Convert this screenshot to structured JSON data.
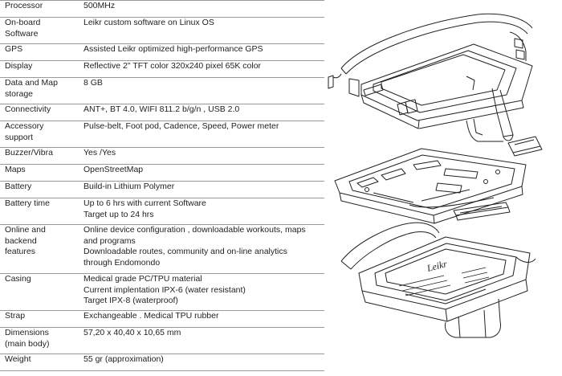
{
  "specs": [
    {
      "label": "Processor",
      "value": "500MHz"
    },
    {
      "label": "On-board\nSoftware",
      "value": "Leikr custom software on Linux OS"
    },
    {
      "label": "GPS",
      "value": "Assisted Leikr optimized high-performance GPS"
    },
    {
      "label": "Display",
      "value": "Reflective 2\" TFT color 320x240 pixel 65K color"
    },
    {
      "label": "Data and Map\nstorage",
      "value": "8 GB"
    },
    {
      "label": "Connectivity",
      "value": "ANT+, BT 4.0, WIFI 811.2 b/g/n , USB 2.0"
    },
    {
      "label": "Accessory\nsupport",
      "value": "Pulse-belt, Foot pod, Cadence, Speed, Power meter"
    },
    {
      "label": "Buzzer/Vibra",
      "value": "Yes /Yes"
    },
    {
      "label": "Maps",
      "value": "OpenStreetMap"
    },
    {
      "label": "Battery",
      "value": "Build-in Lithium Polymer"
    },
    {
      "label": "Battery time",
      "value": "Up to 6 hrs with current Software\n Target up to 24 hrs"
    },
    {
      "label": "Online  and\nbackend\nfeatures",
      "value": "Online device configuration , downloadable workouts,  maps\nand programs\nDownloadable  routes, community  and  on-line  analytics\nthrough Endomondo"
    },
    {
      "label": "Casing",
      "value": "Medical grade PC/TPU material\nCurrent implentation IPX-6 (water resistant)\nTarget IPX-8 (waterproof)"
    },
    {
      "label": "Strap",
      "value": "Exchangeable . Medical TPU rubber"
    },
    {
      "label": "Dimensions\n(main body)",
      "value": "57,20 x 40,40 x 10,65 mm"
    },
    {
      "label": "Weight",
      "value": "55 gr (approximation)"
    }
  ],
  "drawing": {
    "logo_text": "Leikr"
  }
}
